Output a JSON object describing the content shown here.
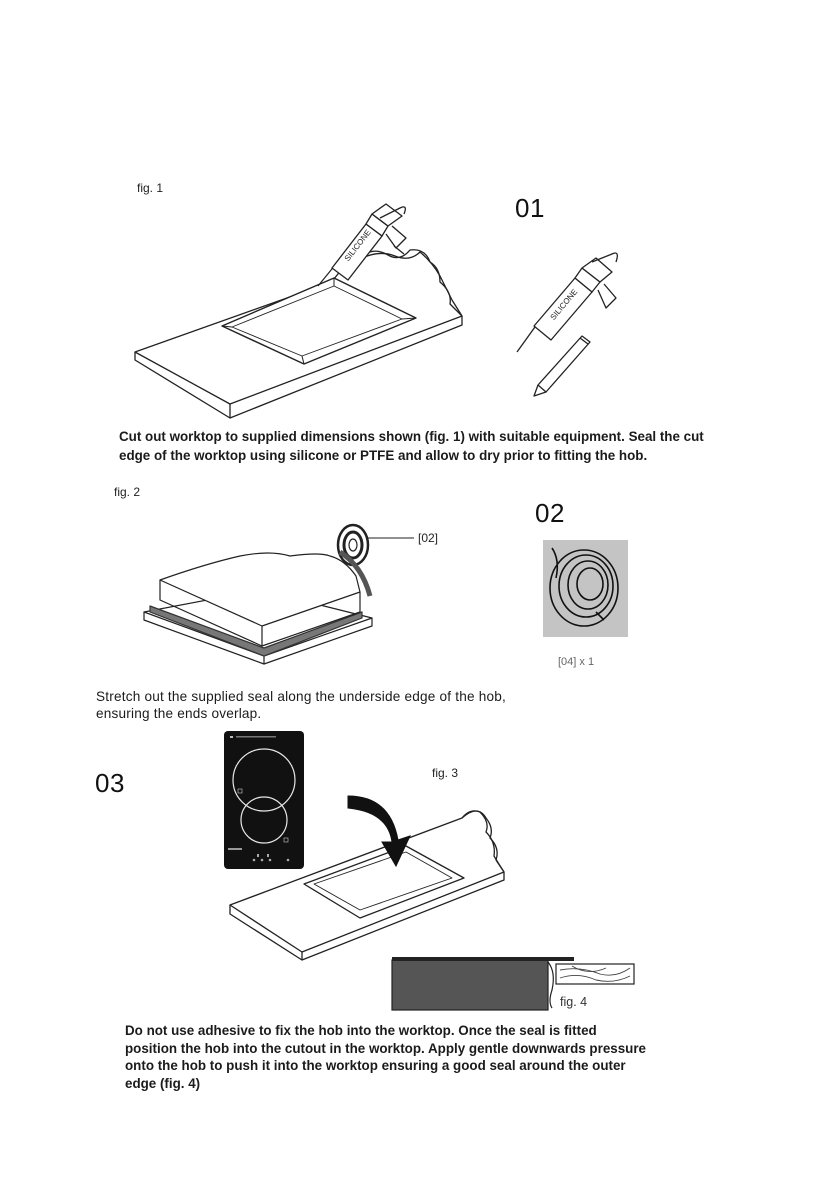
{
  "section1": {
    "fig_label": "fig. 1",
    "step_number": "01",
    "gun_label": "SILICONE",
    "gun_label_small": "SILICONE",
    "text_line1": "Cut out worktop to supplied dimensions shown (fig. 1) with suitable equipment. Seal the cut",
    "text_line2": "edge of the worktop using silicone or PTFE and allow to dry prior to fitting the hob."
  },
  "section2": {
    "fig_label": "fig. 2",
    "step_number": "02",
    "callout": "[02]",
    "parts_caption": "[04] x 1",
    "text_line1": "Stretch out the supplied seal along the underside edge  of the hob,",
    "text_line2": "ensuring the  ends overlap."
  },
  "section3": {
    "step_number": "03",
    "fig3_label": "fig. 3",
    "fig4_label": "fig. 4",
    "text_line1": "Do not use adhesive to fix the hob into the worktop. Once the seal is fitted",
    "text_line2": "position the hob into the cutout in the worktop. Apply gentle downwards pressure",
    "text_line3": "onto the hob to push it into the worktop ensuring a good seal around the outer",
    "text_line4": "edge (fig. 4)"
  }
}
